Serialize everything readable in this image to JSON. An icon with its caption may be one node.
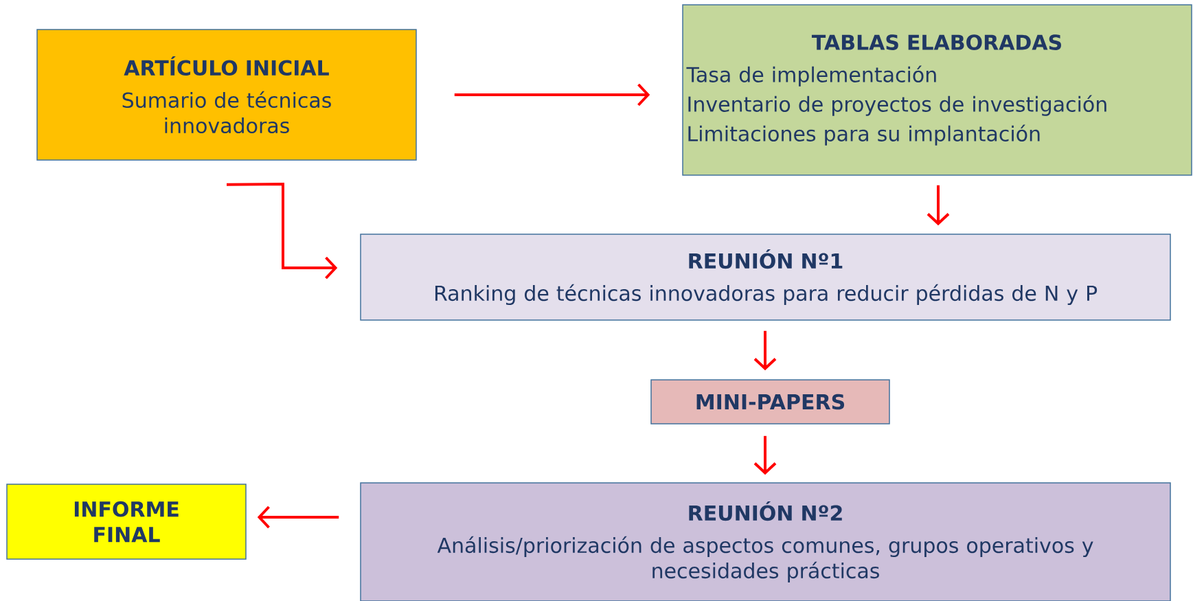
{
  "diagram": {
    "nodes": [
      {
        "text": [
          "ARTÍCULO INICIAL",
          "Sumario de técnicas innovadoras"
        ]
      },
      {
        "text": [
          "TABLAS ELABORADAS",
          "Tasa de implementación",
          "Inventario de proyectos de investigación",
          "Limitaciones para su implantación"
        ]
      },
      {
        "text": [
          "REUNIÓN Nº1",
          "Ranking de técnicas innovadoras para reducir pérdidas de N y P"
        ]
      },
      {
        "text": [
          "MINI-PAPERS"
        ]
      },
      {
        "text": [
          "REUNIÓN Nº2",
          "Análisis/priorización de aspectos comunes, grupos operativos y necesidades prácticas"
        ]
      },
      {
        "text": [
          "INFORME FINAL"
        ]
      }
    ],
    "edges": [
      {
        "from": 0,
        "to": 1,
        "arrow": "to"
      },
      {
        "from": 0,
        "to": 2,
        "arrow": "to"
      },
      {
        "from": 1,
        "to": 2,
        "arrow": "to"
      },
      {
        "from": 2,
        "to": 3,
        "arrow": "to"
      },
      {
        "from": 3,
        "to": 4,
        "arrow": "to"
      },
      {
        "from": 4,
        "to": 5,
        "arrow": "to"
      }
    ]
  }
}
